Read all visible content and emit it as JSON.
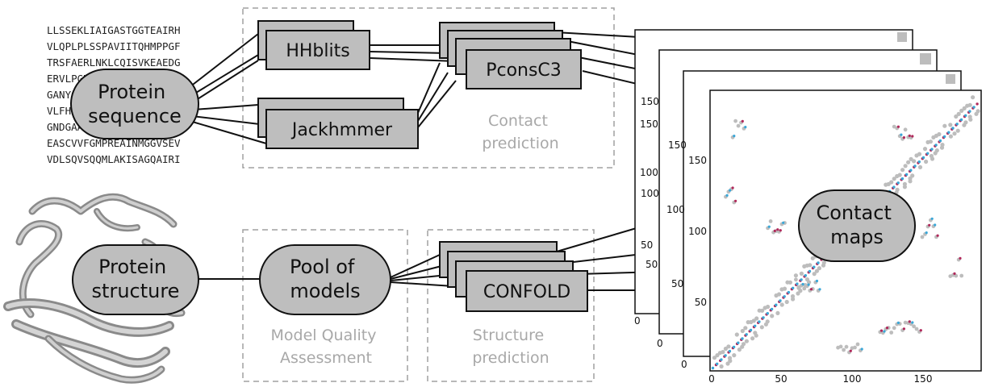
{
  "sequence_lines": [
    "LLSSEKLIAIGASTGGTEAIRH",
    "VLQPLPLSSPAVIITQHMPPGF",
    "TRSFAERLNKLCQISVKEAEDG",
    "ERVLPGHAYIAPGDKHMELARS",
    "GANYQIKIHDGPPVNRHRPSVD",
    "VLFHSVAKHAGRNAVGVILTGM",
    "GNDGAAGMLAMYQAGAWTIAQN",
    "EASCVVFGMPREAINMGGVSEV",
    "VDLSQVSQQMLAKISAGQAIRI"
  ],
  "nodes": {
    "protein_sequence": [
      "Protein",
      "sequence"
    ],
    "hhblits": "HHblits",
    "jackhmmer": "Jackhmmer",
    "pconsc3": "PconsC3",
    "protein_structure": [
      "Protein",
      "structure"
    ],
    "pool_of_models": [
      "Pool of",
      "models"
    ],
    "confold": "CONFOLD",
    "contact_maps": [
      "Contact",
      "maps"
    ]
  },
  "groups": {
    "contact_prediction": [
      "Contact",
      "prediction"
    ],
    "model_quality": [
      "Model Quality",
      "Assessment"
    ],
    "structure_prediction": [
      "Structure",
      "prediction"
    ]
  },
  "contact_map": {
    "x_ticks": [
      "0",
      "50",
      "100",
      "150"
    ],
    "y_ticks": [
      "0",
      "50",
      "100",
      "150"
    ],
    "colors": {
      "native": "#bdbdbd",
      "diagonal_a": "#3aa7d8",
      "diagonal_b": "#b0285a"
    }
  },
  "colors": {
    "box_fill": "#bebebe",
    "dashed_border": "#a0a0a0",
    "ribbon": "#9a9a9a"
  }
}
